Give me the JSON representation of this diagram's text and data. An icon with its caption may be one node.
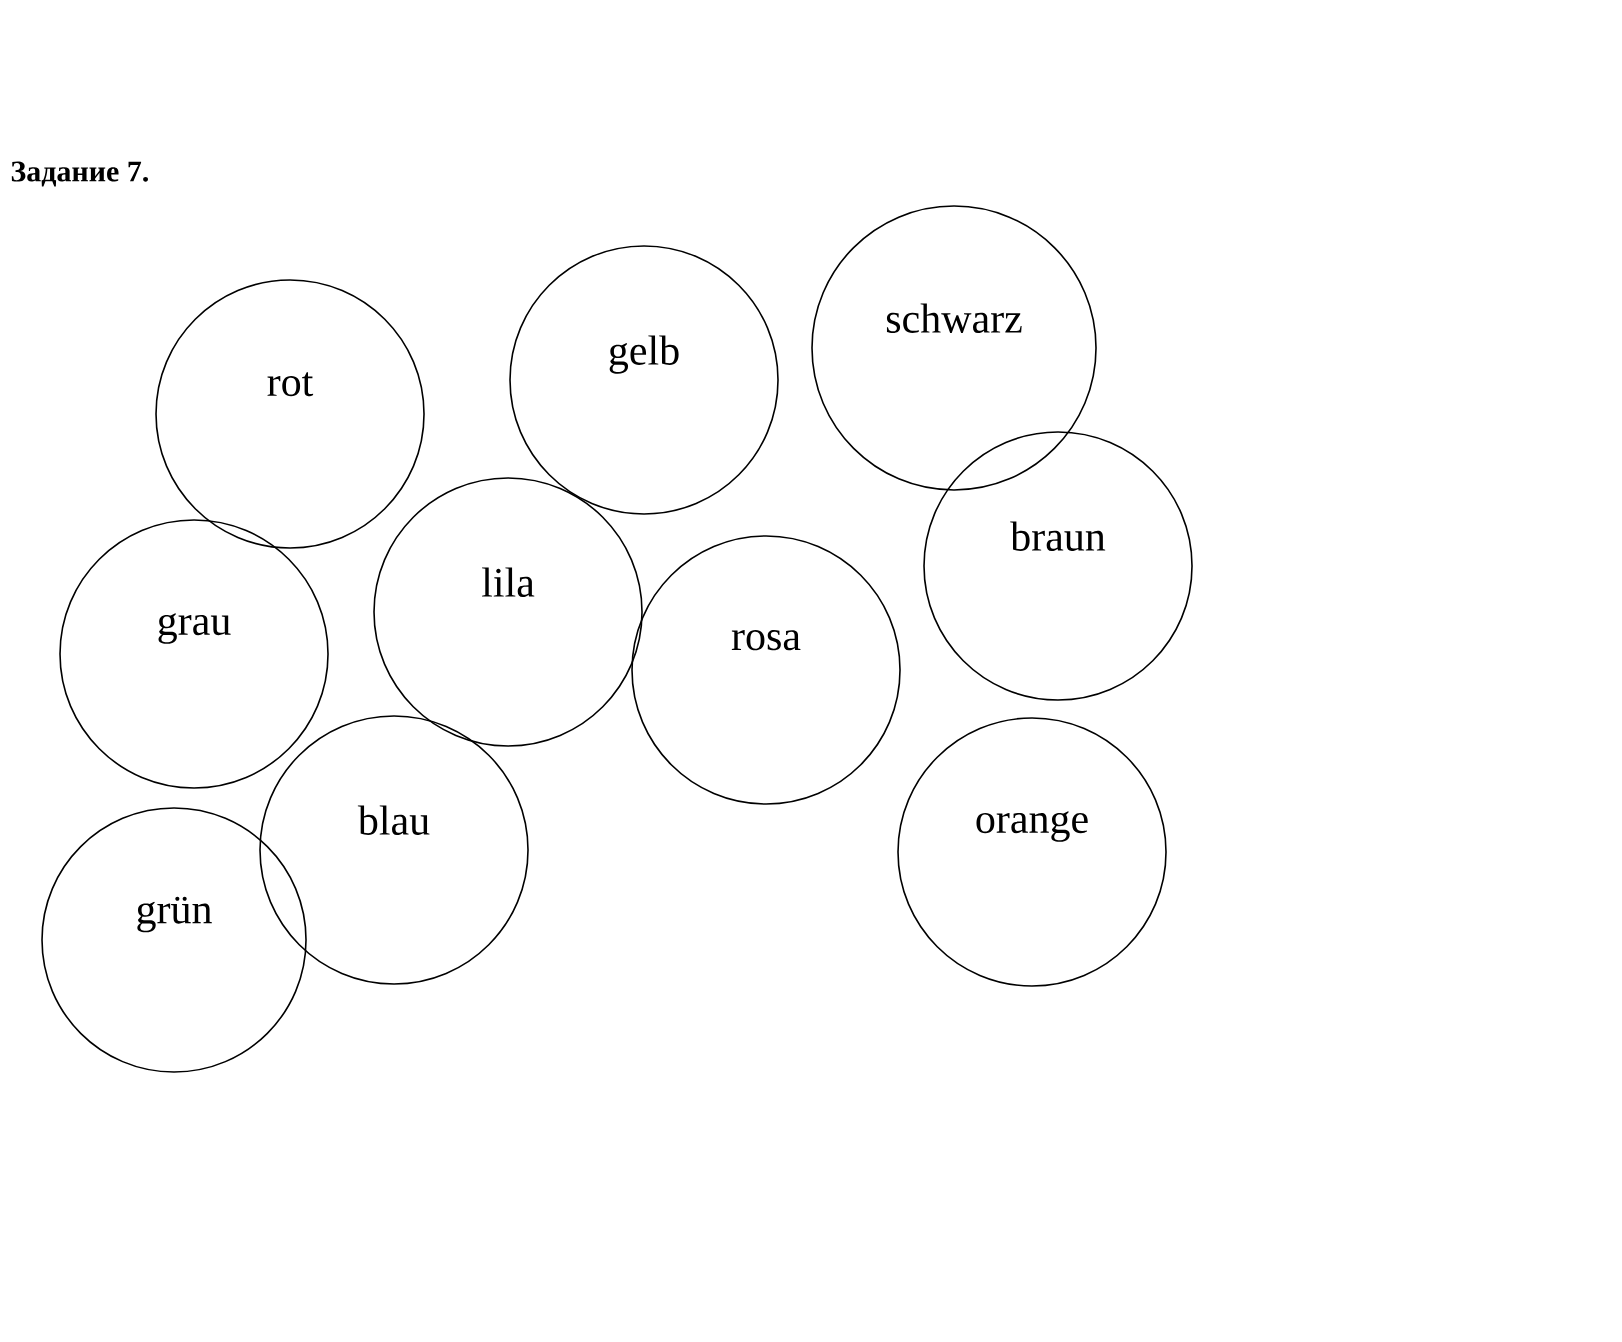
{
  "diagram": {
    "title": "Задание 7.",
    "nodes": [
      {
        "text": [
          "rot"
        ]
      },
      {
        "text": [
          "gelb"
        ]
      },
      {
        "text": [
          "schwarz"
        ]
      },
      {
        "text": [
          "braun"
        ]
      },
      {
        "text": [
          "lila"
        ]
      },
      {
        "text": [
          "grau"
        ]
      },
      {
        "text": [
          "rosa"
        ]
      },
      {
        "text": [
          "blau"
        ]
      },
      {
        "text": [
          "orange"
        ]
      },
      {
        "text": [
          "grün"
        ]
      }
    ]
  }
}
